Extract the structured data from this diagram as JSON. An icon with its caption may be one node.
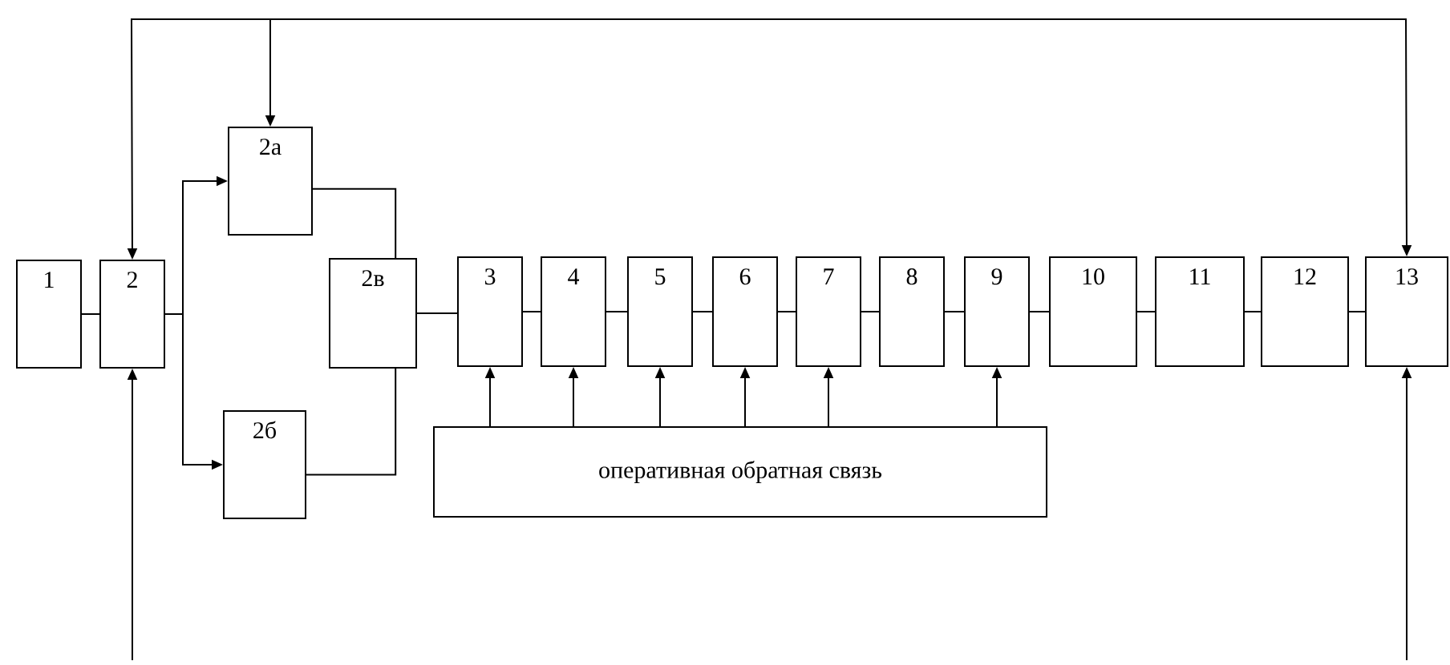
{
  "diagram": {
    "nodes": [
      {
        "text": [
          "1"
        ]
      },
      {
        "text": [
          "2"
        ]
      },
      {
        "text": [
          "2а"
        ]
      },
      {
        "text": [
          "2б"
        ]
      },
      {
        "text": [
          "2в"
        ]
      },
      {
        "text": [
          "3"
        ]
      },
      {
        "text": [
          "4"
        ]
      },
      {
        "text": [
          "5"
        ]
      },
      {
        "text": [
          "6"
        ]
      },
      {
        "text": [
          "7"
        ]
      },
      {
        "text": [
          "8"
        ]
      },
      {
        "text": [
          "9"
        ]
      },
      {
        "text": [
          "10"
        ]
      },
      {
        "text": [
          "11"
        ]
      },
      {
        "text": [
          "12"
        ]
      },
      {
        "text": [
          "13"
        ]
      },
      {
        "text": [
          "оперативная обратная связь"
        ]
      }
    ],
    "edges": [
      {
        "from": 0,
        "to": 1,
        "arrow": "none"
      },
      {
        "from": 1,
        "to": 2,
        "arrow": "to"
      },
      {
        "from": 1,
        "to": 3,
        "arrow": "to"
      },
      {
        "from": 2,
        "to": 4,
        "arrow": "none"
      },
      {
        "from": 3,
        "to": 4,
        "arrow": "none"
      },
      {
        "from": 4,
        "to": 5,
        "arrow": "none"
      },
      {
        "from": 5,
        "to": 6,
        "arrow": "none"
      },
      {
        "from": 6,
        "to": 7,
        "arrow": "none"
      },
      {
        "from": 7,
        "to": 8,
        "arrow": "none"
      },
      {
        "from": 8,
        "to": 9,
        "arrow": "none"
      },
      {
        "from": 9,
        "to": 10,
        "arrow": "none"
      },
      {
        "from": 10,
        "to": 11,
        "arrow": "none"
      },
      {
        "from": 11,
        "to": 12,
        "arrow": "none"
      },
      {
        "from": 12,
        "to": 13,
        "arrow": "none"
      },
      {
        "from": 13,
        "to": 14,
        "arrow": "none"
      },
      {
        "from": 14,
        "to": 15,
        "arrow": "none"
      },
      {
        "from": 16,
        "to": 5,
        "arrow": "to"
      },
      {
        "from": 16,
        "to": 6,
        "arrow": "to"
      },
      {
        "from": 16,
        "to": 7,
        "arrow": "to"
      },
      {
        "from": 16,
        "to": 8,
        "arrow": "to"
      },
      {
        "from": 16,
        "to": 9,
        "arrow": "to"
      },
      {
        "from": 16,
        "to": 11,
        "arrow": "to"
      },
      {
        "from": null,
        "to": 2,
        "arrow": "to"
      },
      {
        "from": null,
        "to": 1,
        "arrow": "to"
      },
      {
        "from": null,
        "to": 15,
        "arrow": "to"
      },
      {
        "from": null,
        "to": 1,
        "arrow": "to"
      },
      {
        "from": null,
        "to": 15,
        "arrow": "to"
      }
    ]
  }
}
